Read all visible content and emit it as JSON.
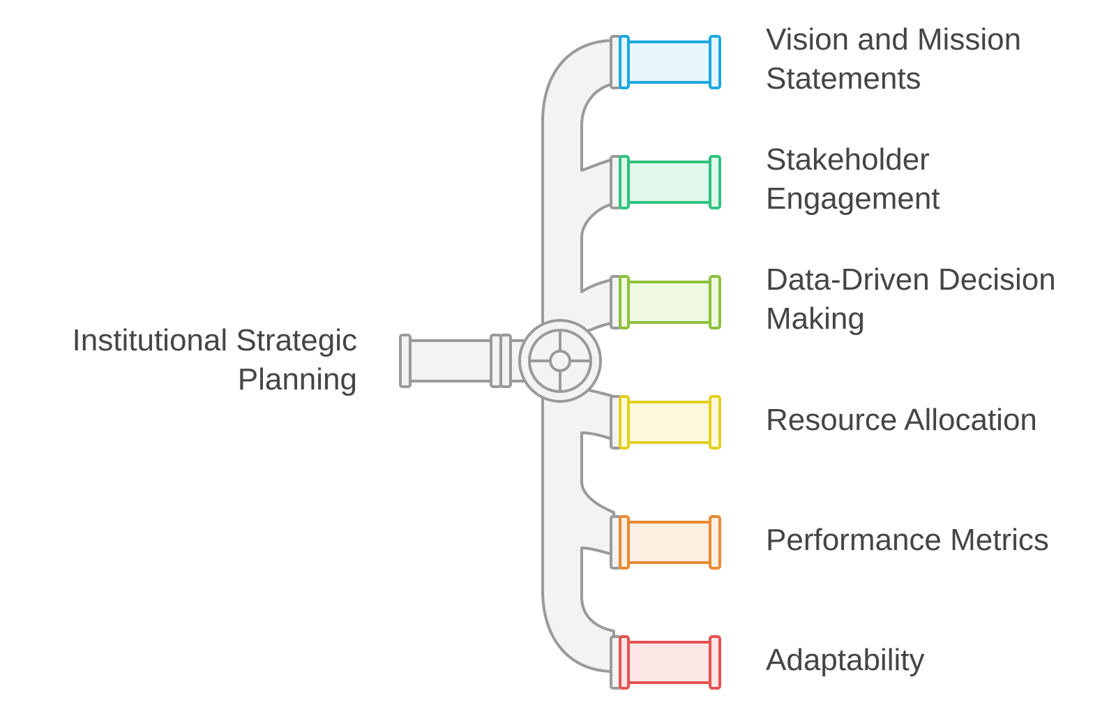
{
  "source": {
    "lines": [
      "Institutional Strategic",
      "Planning"
    ]
  },
  "branches": [
    {
      "lines": [
        "Vision and Mission",
        "Statements"
      ],
      "color": "#1CA8E0",
      "fill": "#E6F6FC"
    },
    {
      "lines": [
        "Stakeholder",
        "Engagement"
      ],
      "color": "#2EC27E",
      "fill": "#E0F8EC"
    },
    {
      "lines": [
        "Data-Driven Decision",
        "Making"
      ],
      "color": "#8DC03C",
      "fill": "#EFF8E1"
    },
    {
      "lines": [
        "Resource Allocation"
      ],
      "color": "#E2CF1F",
      "fill": "#FCF9DC"
    },
    {
      "lines": [
        "Performance Metrics"
      ],
      "color": "#E88A34",
      "fill": "#FDEFE1"
    },
    {
      "lines": [
        "Adaptability"
      ],
      "color": "#E55353",
      "fill": "#FCE6E6"
    }
  ],
  "colors": {
    "pipe_stroke": "#9A9A9A",
    "pipe_fill": "#F3F3F3"
  }
}
